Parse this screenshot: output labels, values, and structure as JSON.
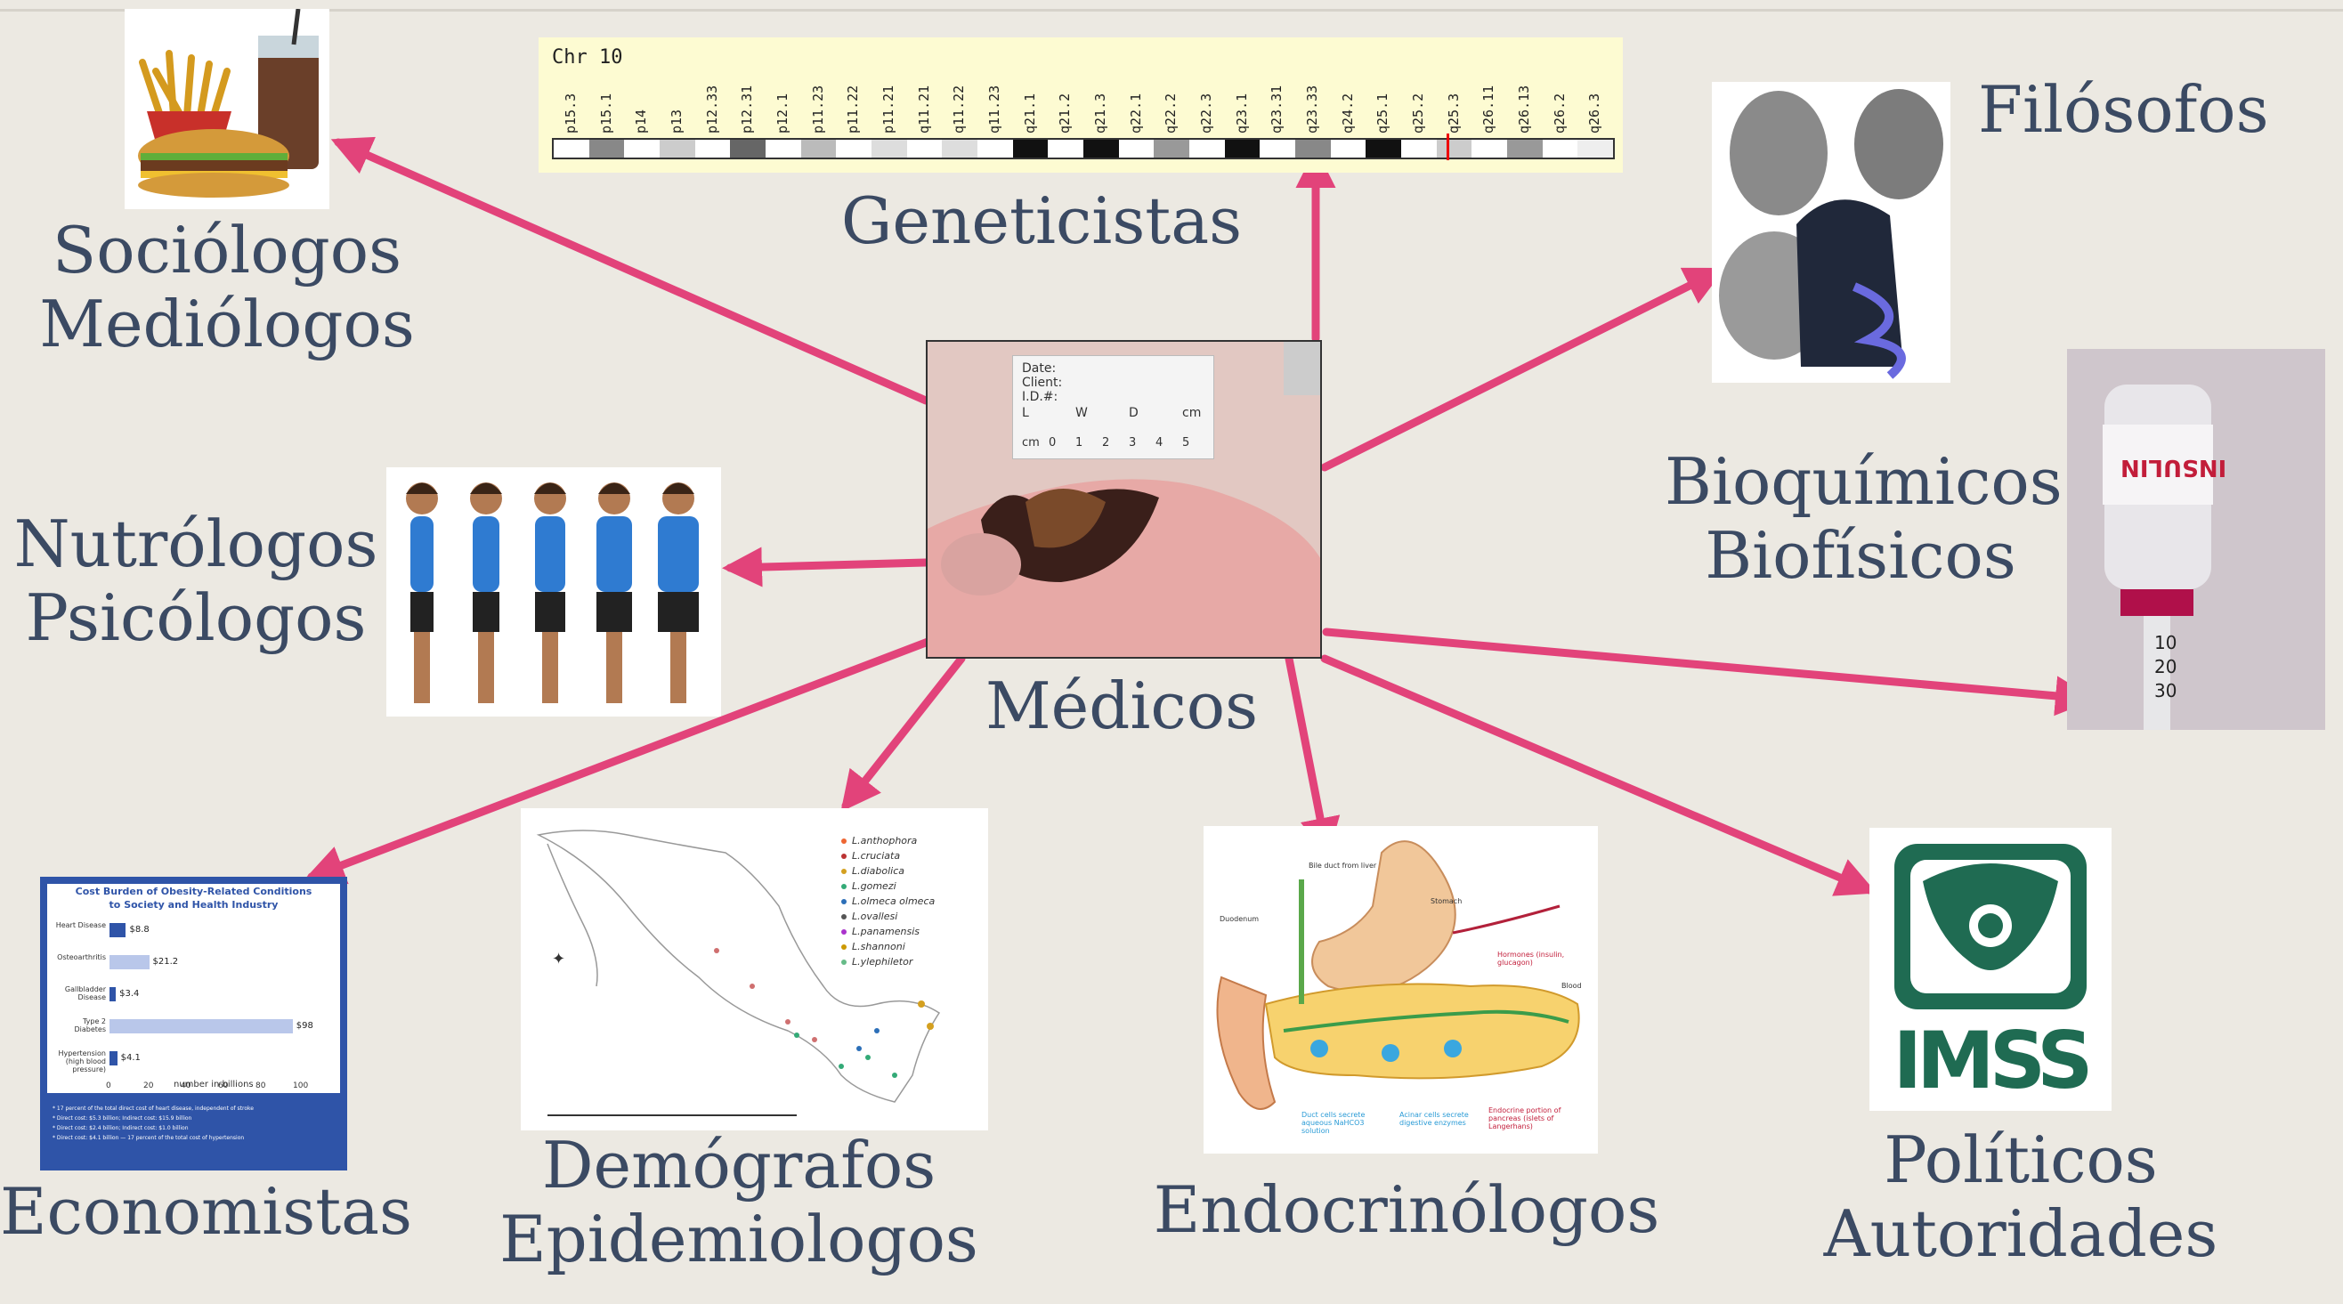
{
  "diagram": {
    "center": {
      "label": "Médicos",
      "card_lines": [
        "Date:",
        "Client:",
        "I.D.#:",
        "L",
        "W",
        "D",
        "cm"
      ],
      "ruler": [
        "cm",
        "0",
        "1",
        "2",
        "3",
        "4",
        "5"
      ]
    },
    "sociologos": {
      "line1": "Sociólogos",
      "line2": "Mediólogos"
    },
    "geneticistas": {
      "label": "Geneticistas"
    },
    "filosofos": {
      "label": "Filósofos"
    },
    "bioquimicos": {
      "line1": "Bioquímicos",
      "line2": "Biofísicos"
    },
    "nutrologos": {
      "line1": "Nutrólogos",
      "line2": "Psicólogos"
    },
    "economistas": {
      "label": "Economistas"
    },
    "demografos": {
      "line1": "Demógrafos",
      "line2": "Epidemiologos"
    },
    "endocrinologos": {
      "label": "Endocrinólogos"
    },
    "politicos": {
      "line1": "Políticos",
      "line2": "Autoridades"
    }
  },
  "chromosome": {
    "title": "Chr 10",
    "bands": [
      "p15.3",
      "p15.1",
      "p14",
      "p13",
      "p12.33",
      "p12.31",
      "p12.1",
      "p11.23",
      "p11.22",
      "p11.21",
      "q11.21",
      "q11.22",
      "q11.23",
      "q21.1",
      "q21.2",
      "q21.3",
      "q22.1",
      "q22.2",
      "q22.3",
      "q23.1",
      "q23.31",
      "q23.33",
      "q24.2",
      "q25.1",
      "q25.2",
      "q25.3",
      "q26.11",
      "q26.13",
      "q26.2",
      "q26.3"
    ]
  },
  "insulin": {
    "brand": "INSULIN",
    "marks": [
      "10",
      "20",
      "30"
    ]
  },
  "imss": {
    "name": "IMSS"
  },
  "cost_chart": {
    "title_line1": "Cost Burden of Obesity-Related Conditions",
    "title_line2": "to Society and Health Industry",
    "xlabel": "number in billions",
    "ticks": [
      "0",
      "20",
      "40",
      "60",
      "80",
      "100"
    ],
    "rows": [
      {
        "label": "Heart Disease",
        "value": "$8.8",
        "num": 8.8
      },
      {
        "label": "Osteoarthritis",
        "value": "$21.2",
        "num": 21.2
      },
      {
        "label": "Gallbladder Disease",
        "value": "$3.4",
        "num": 3.4
      },
      {
        "label": "Type 2 Diabetes",
        "value": "$98",
        "num": 98
      },
      {
        "label": "Hypertension (high blood pressure)",
        "value": "$4.1",
        "num": 4.1
      }
    ],
    "footnotes": [
      "* 17 percent of the total direct cost of heart disease, independent of stroke",
      "* Direct cost: $5.3 billion; Indirect cost: $15.9 billion",
      "* Direct cost: $2.4 billion; Indirect cost: $1.0 billion",
      "* Direct cost: $4.1 billion — 17 percent of the total cost of hypertension"
    ]
  },
  "map_legend": [
    "L.anthophora",
    "L.cruciata",
    "L.diabolica",
    "L.gomezi",
    "L.olmeca olmeca",
    "L.ovallesi",
    "L.panamensis",
    "L.shannoni",
    "L.ylephiletor"
  ],
  "anatomy": {
    "labels": [
      "Bile duct from liver",
      "Stomach",
      "Duodenum",
      "Hormones (insulin, glucagon)",
      "Blood",
      "Duct cells secrete aqueous NaHCO3 solution",
      "Acinar cells secrete digestive enzymes",
      "Endocrine portion of pancreas (islets of Langerhans)"
    ]
  },
  "colors": {
    "arrow": "#e2437a",
    "label": "#3b4a63",
    "imss": "#1f6b52",
    "background": "#ece9e2"
  }
}
